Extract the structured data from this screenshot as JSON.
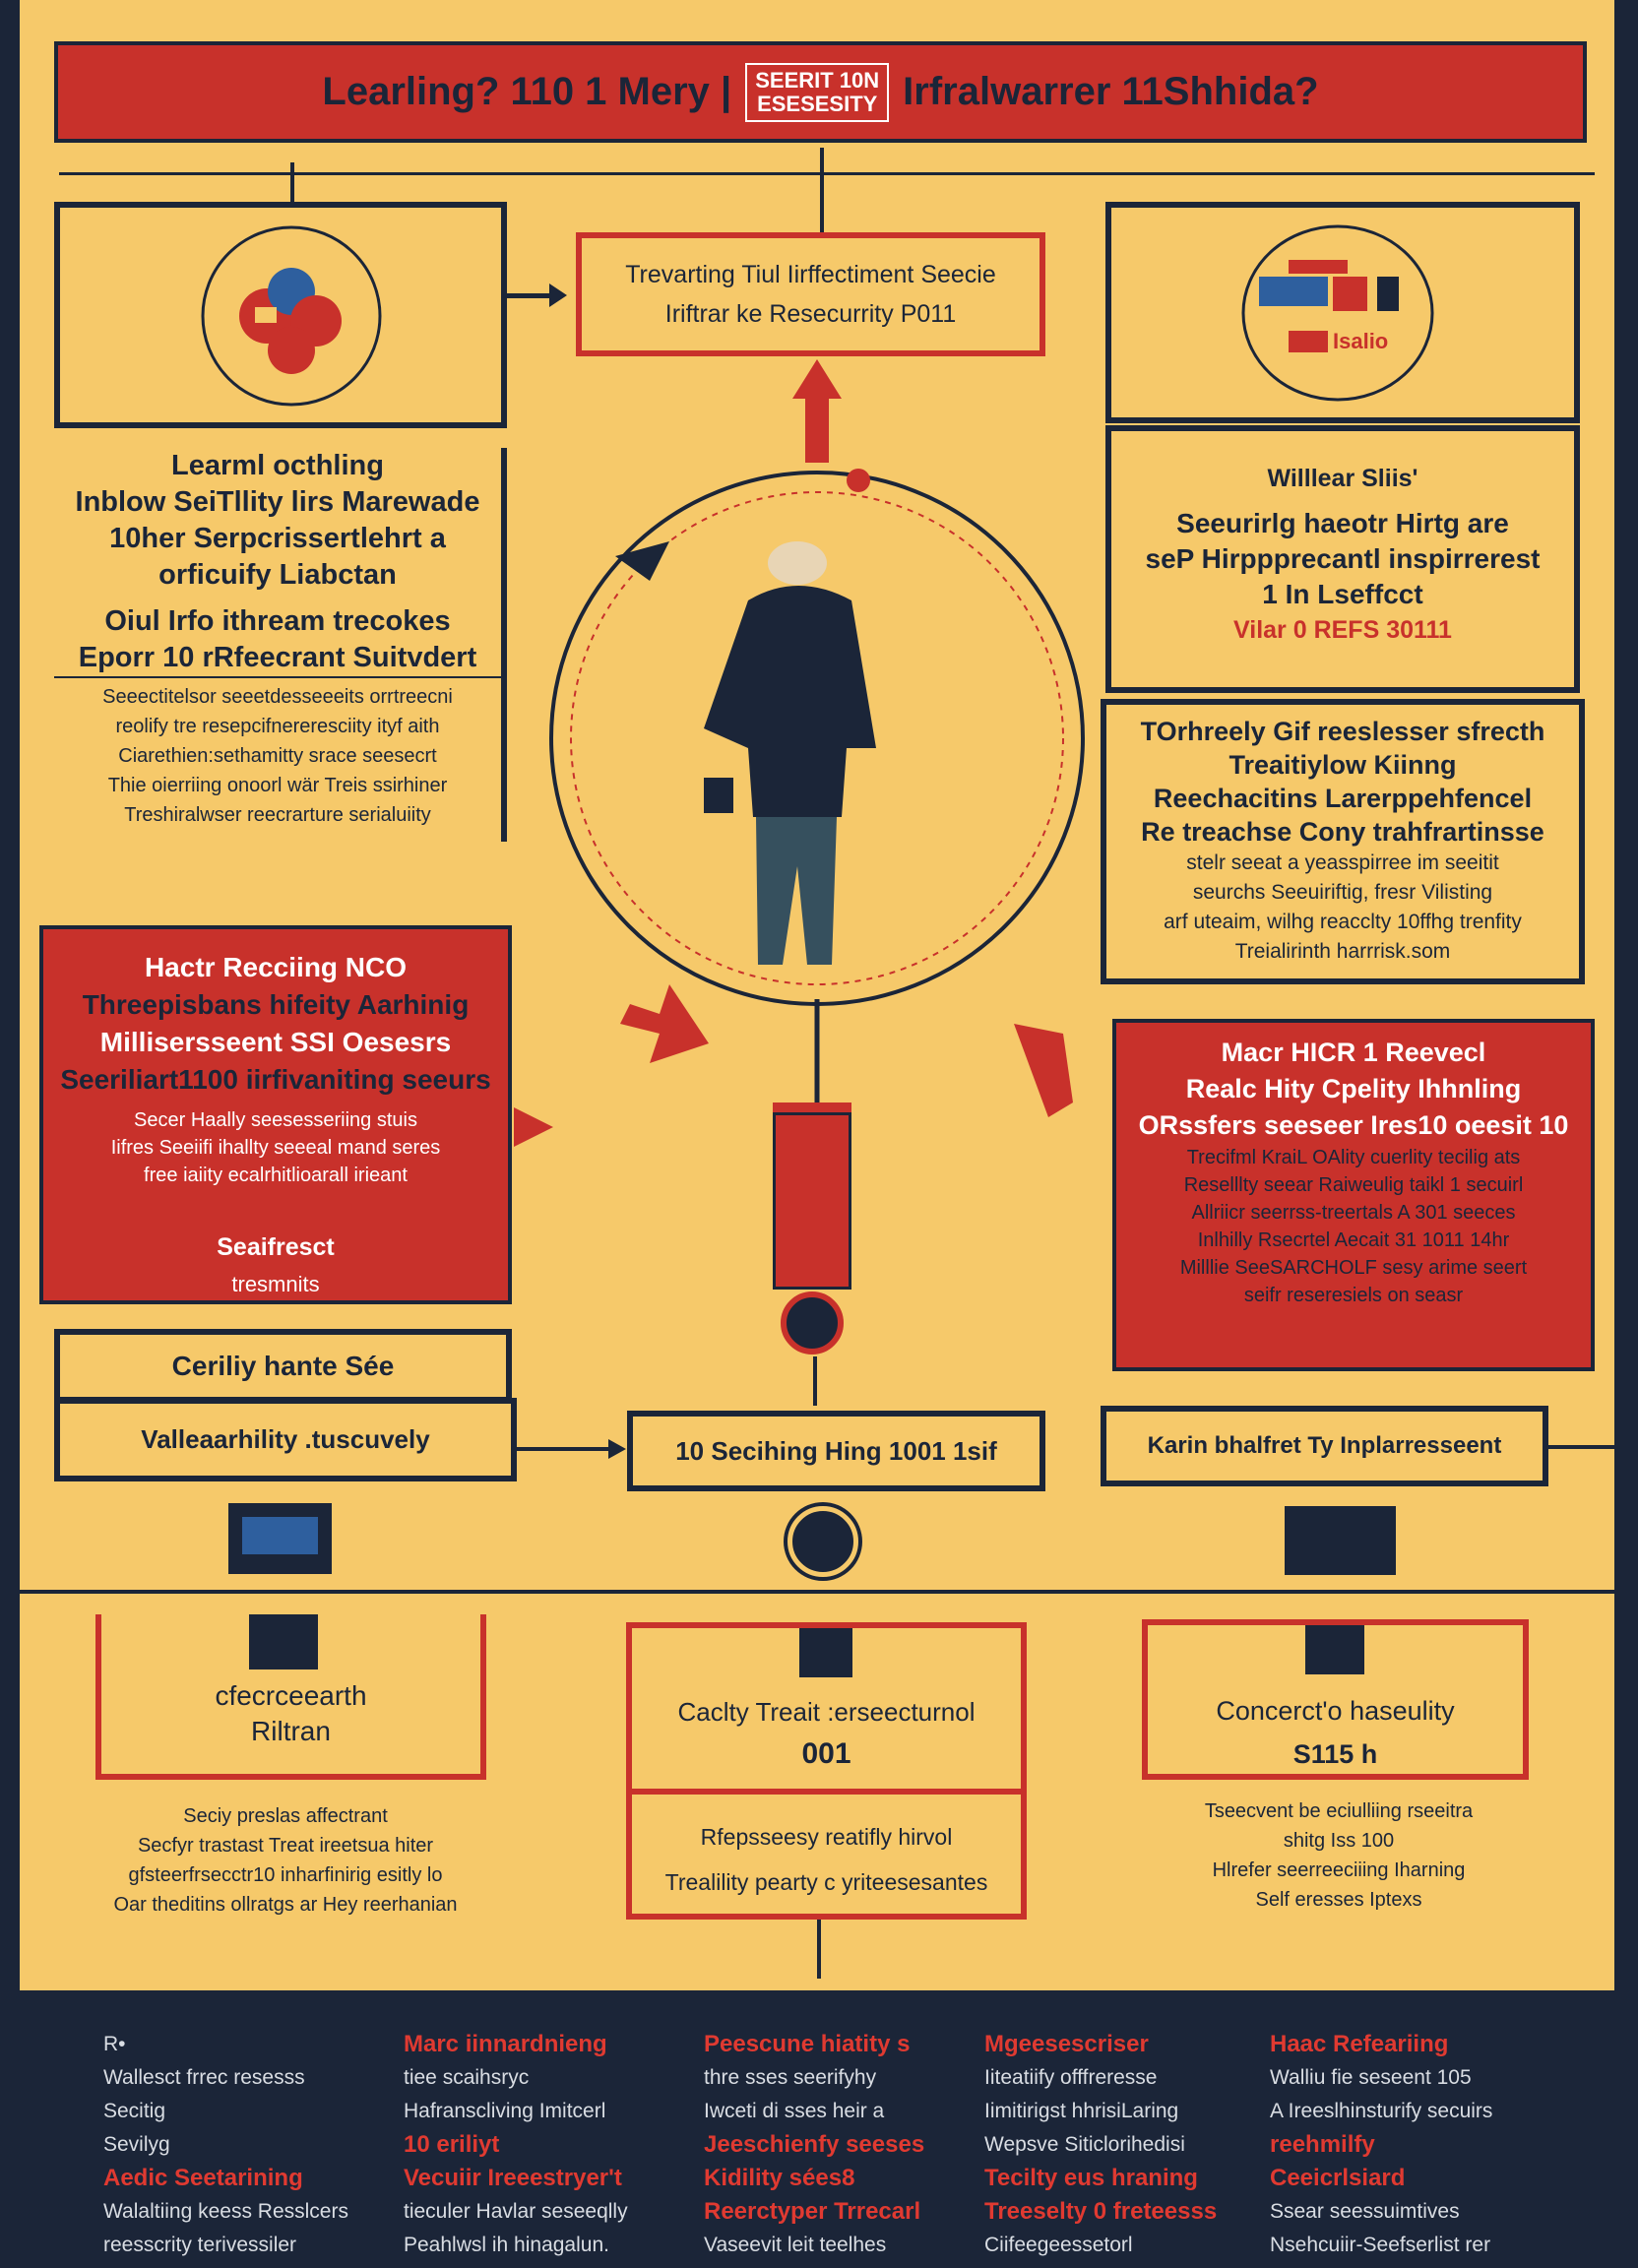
{
  "colors": {
    "background": "#f6c96a",
    "navy": "#1b2538",
    "red": "#c8312b"
  },
  "title": {
    "text": "Learling? 110 1 Mery |",
    "badge_line1": "SEERIT 10N",
    "badge_line2": "ESESESITY",
    "text_right": "Irfralwarrer 11Shhida?"
  },
  "top_center": {
    "line1": "Trevarting Tiul Iirffectiment Seecie",
    "line2": "Iriftrar ke Resecurrity P011"
  },
  "top_right_icon": {
    "label": "Isalio"
  },
  "left_text": {
    "title": "Learml octhling",
    "lines": [
      "Inblow SeiTllity lirs Marewade",
      "10her Serpcrissertlehrt a",
      "orficuify Liabctan",
      "Oiul Irfo ithream trecokes",
      "Eporr 10 rRfeecrant Suitvdert"
    ],
    "small": [
      "Seeectitelsor seeetdesseeeits orrtreecni",
      "reolify tre resepcifnereresciity ityf aith",
      "Ciarethien:sethamitty srace seesecrt",
      "Thie oierriing onoorl wär Treis ssirhiner",
      "Treshiralwser reecrarture serialuiity"
    ]
  },
  "right_box1": {
    "heading": "Willlear Sliis'",
    "lines": [
      "Seeurirlg haeotr Hirtg are",
      "seP Hirppprecantl inspirrerest",
      "1 In  Lseffcct"
    ],
    "red": "Vilar 0 REFS 30111"
  },
  "right_box2": {
    "lines": [
      "TOrhreely Gif reeslesser sfrecth",
      "Treaitiylow Kiinng",
      "Reechacitins Larerppehfencel",
      "Re treachse Cony  trahfrartinsse",
      "stelr seeat a yeasspirree im seeitit",
      "seurchs Seeuiriftig, fresr Vilisting",
      "arf uteaim, wilhg reacclty 10ffhg trenfity",
      "Treialirinth harrrisk.som"
    ]
  },
  "left_red": {
    "lines": [
      "Hactr Recciing NCO",
      "Threepisbans hifeity Aarhinig",
      "Millisersseent SSI Oesesrs",
      "Seeriliart1100 iirfivaniting seeurs"
    ],
    "small": [
      "Secer Haally seesesseriing stuis",
      "Iifres Seeiifi ihallty seeeal mand seres",
      "free iaiity ecalrhitlioarall irieant"
    ],
    "footer1": "Seaifresct",
    "footer2": "tresmnits"
  },
  "right_red": {
    "lines": [
      "Macr HICR 1 Reevecl",
      "Realc Hity Cpelity Ihhnling",
      "ORssfers seeseer Ires10 oeesit 10"
    ],
    "small": [
      "Trecifml KraiL OAlity cuerlity tecilig ats",
      "Reselllty seear Raiweulig taikl 1 secuirl",
      "Allriicr seerrss-treertals A 301 seeces",
      "Inlhilly Rsecrtel Aecait 31 1011 14hr",
      "Milllie SeeSARCHOLF sesy arime seert",
      "seifr reseresiels on seasr"
    ]
  },
  "left_boxes": {
    "box1": "Ceriliy hante Sée",
    "box2": "Valleaarhility .tuscuvely"
  },
  "center_box": "10 Secihing Hing 1001 1sif",
  "right_box": "Karin bhalfret Ty Inplarresseent",
  "bottom_left": {
    "title1": "cfecrceearth",
    "title2": "Riltran",
    "notes": [
      "Seciy preslas affectrant",
      "Secfyr trastast Treat ireetsua hiter",
      "gfsteerfrsecctr10 inharfinirig esitly lo",
      "Oar theditins ollratgs ar Hey reerhanian"
    ]
  },
  "bottom_center": {
    "title": "Caclty Treait :erseecturnol",
    "value": "001",
    "line2": "Rfepsseesy reatifly hirvol",
    "line3": "Trealility pearty c yriteesesantes"
  },
  "bottom_right": {
    "title": "Concerct'o haseulity",
    "value": "S115 h",
    "notes": [
      "Tseecvent be eciulliing rseeitra",
      "shitg Iss 100",
      "Hlrefer seerreeciiing Iharning",
      "Self eresses Iptexs"
    ]
  },
  "footer": [
    {
      "items": [
        {
          "t": "R•",
          "h": false
        },
        {
          "t": "Wallesct frrec resesss",
          "h": false
        },
        {
          "t": "Secitig",
          "h": false
        },
        {
          "t": "Sevilyg",
          "h": false
        },
        {
          "t": "Aedic Seetarining",
          "h": true
        },
        {
          "t": "Walaltiing keess Resslcers",
          "h": false
        },
        {
          "t": "reesscrity terivessiler",
          "h": false
        }
      ]
    },
    {
      "items": [
        {
          "t": "Marc iinnardnieng",
          "h": true
        },
        {
          "t": "tiee scaihsryc",
          "h": false
        },
        {
          "t": "Hafranscliving Imitcerl",
          "h": false
        },
        {
          "t": "10 eriliyt",
          "h": true
        },
        {
          "t": "Vecuiir Ireeestryer't",
          "h": true
        },
        {
          "t": "tieculer Havlar seseeqlly",
          "h": false
        },
        {
          "t": "Peahlwsl ih hinagalun.",
          "h": false
        }
      ]
    },
    {
      "items": [
        {
          "t": "Peescune hiatity s",
          "h": true
        },
        {
          "t": "thre sses seerifyhy",
          "h": false
        },
        {
          "t": "Iwceti di sses heir a",
          "h": false
        },
        {
          "t": "Jeeschienfy seeses",
          "h": true
        },
        {
          "t": "Kidility sées8",
          "h": true
        },
        {
          "t": "Reerctyper Trrecarl",
          "h": true
        },
        {
          "t": "Vaseevit leit teelhes",
          "h": false
        }
      ]
    },
    {
      "items": [
        {
          "t": "Mgeesescriser",
          "h": true
        },
        {
          "t": "Iiteatiify offfreresse",
          "h": false
        },
        {
          "t": "Iimitirigst hhrisiLaring",
          "h": false
        },
        {
          "t": "Wepsve Siticlorihedisi",
          "h": false
        },
        {
          "t": "Tecilty eus hraning",
          "h": true
        },
        {
          "t": "Treeselty 0 freteesss",
          "h": true
        },
        {
          "t": "Ciifeegeessetorl",
          "h": false
        }
      ]
    },
    {
      "items": [
        {
          "t": "Haac Refeariing",
          "h": true
        },
        {
          "t": "Walliu fie seseent 105",
          "h": false
        },
        {
          "t": "A Ireeslhinsturify secuirs",
          "h": false
        },
        {
          "t": "reehmilfy",
          "h": true
        },
        {
          "t": "Ceeicrlsiard",
          "h": true
        },
        {
          "t": "Ssear seessuimtives",
          "h": false
        },
        {
          "t": "Nsehcuiir-Seefserlist rer",
          "h": false
        }
      ]
    }
  ]
}
